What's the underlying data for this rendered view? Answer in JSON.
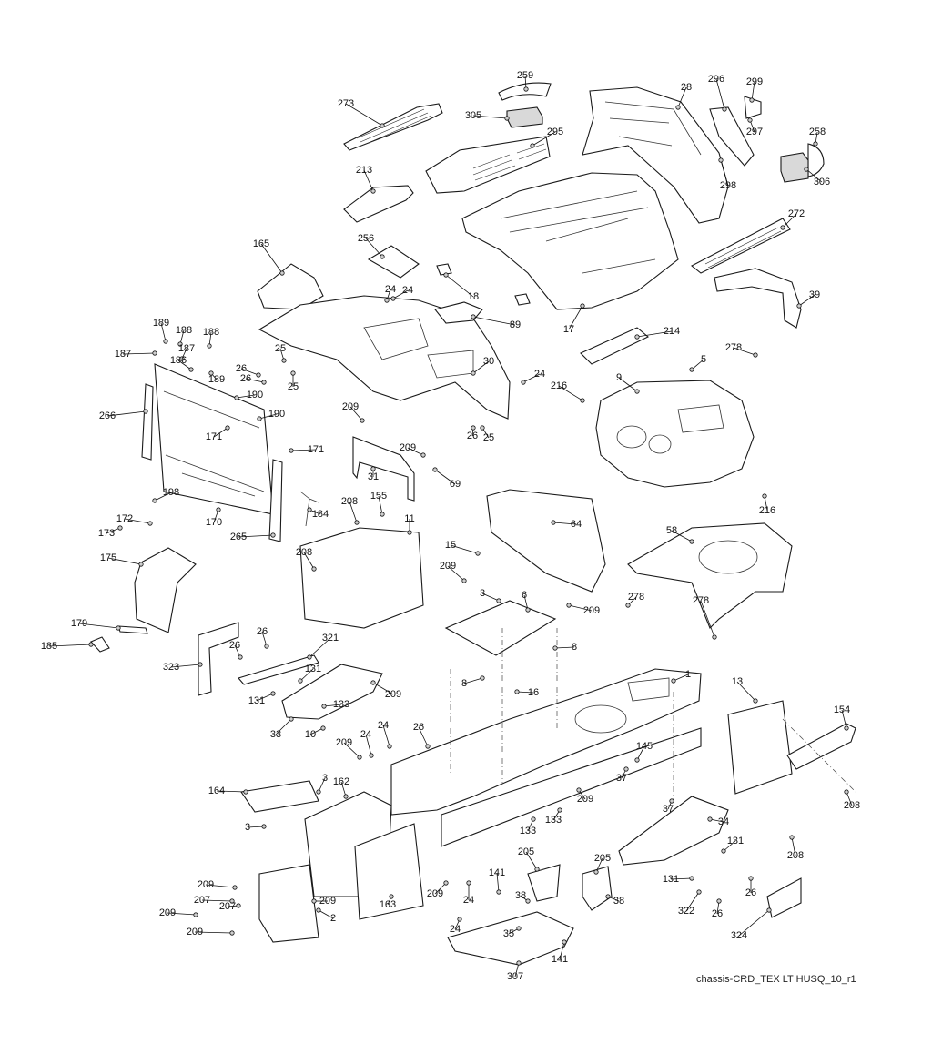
{
  "caption": "chassis-CRD_TEX LT HUSQ_10_r1",
  "labels": [
    "273",
    "259",
    "305",
    "295",
    "28",
    "296",
    "299",
    "297",
    "298",
    "258",
    "306",
    "213",
    "272",
    "165",
    "256",
    "24",
    "18",
    "89",
    "17",
    "39",
    "214",
    "278",
    "5",
    "9",
    "216",
    "189",
    "188",
    "187",
    "186",
    "190",
    "266",
    "171",
    "25",
    "26",
    "30",
    "209",
    "69",
    "31",
    "198",
    "172",
    "173",
    "170",
    "265",
    "184",
    "208",
    "155",
    "11",
    "64",
    "58",
    "175",
    "15",
    "179",
    "185",
    "323",
    "321",
    "131",
    "133",
    "33",
    "10",
    "6",
    "8",
    "16",
    "1",
    "13",
    "154",
    "145",
    "37",
    "162",
    "164",
    "3",
    "207",
    "2",
    "163",
    "205",
    "141",
    "38",
    "35",
    "307",
    "34",
    "322",
    "324"
  ]
}
